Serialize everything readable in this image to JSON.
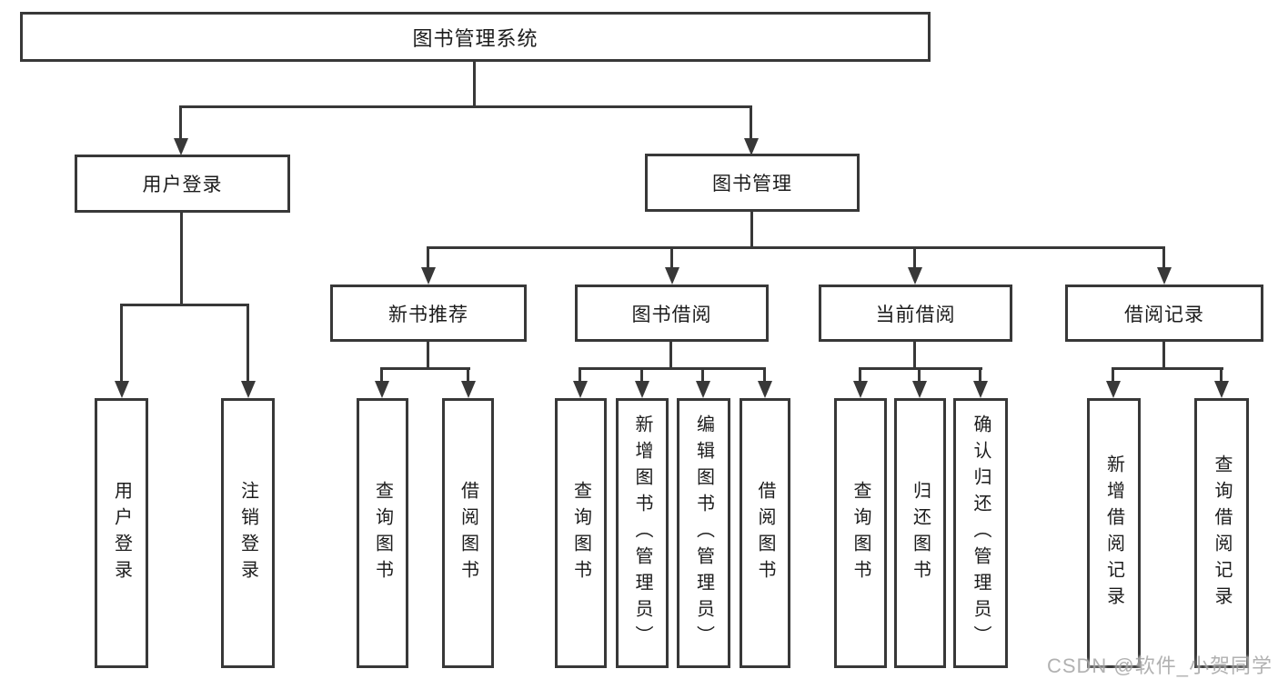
{
  "diagram": {
    "root": {
      "label": "图书管理系统"
    },
    "branches": [
      {
        "label": "用户登录",
        "children": [
          "用户登录",
          "注销登录"
        ]
      },
      {
        "label": "图书管理",
        "groups": [
          {
            "label": "新书推荐",
            "children": [
              "查询图书",
              "借阅图书"
            ]
          },
          {
            "label": "图书借阅",
            "children": [
              "查询图书",
              "新增图书（管理员）",
              "编辑图书（管理员）",
              "借阅图书"
            ]
          },
          {
            "label": "当前借阅",
            "children": [
              "查询图书",
              "归还图书",
              "确认归还（管理员）"
            ]
          },
          {
            "label": "借阅记录",
            "children": [
              "新增借阅记录",
              "查询借阅记录"
            ]
          }
        ]
      }
    ]
  },
  "watermark": "CSDN @软件_小贺同学",
  "colors": {
    "line": "#383838",
    "text": "#1c1c1c",
    "background": "#ffffff",
    "watermark": "#9e9e9e"
  }
}
